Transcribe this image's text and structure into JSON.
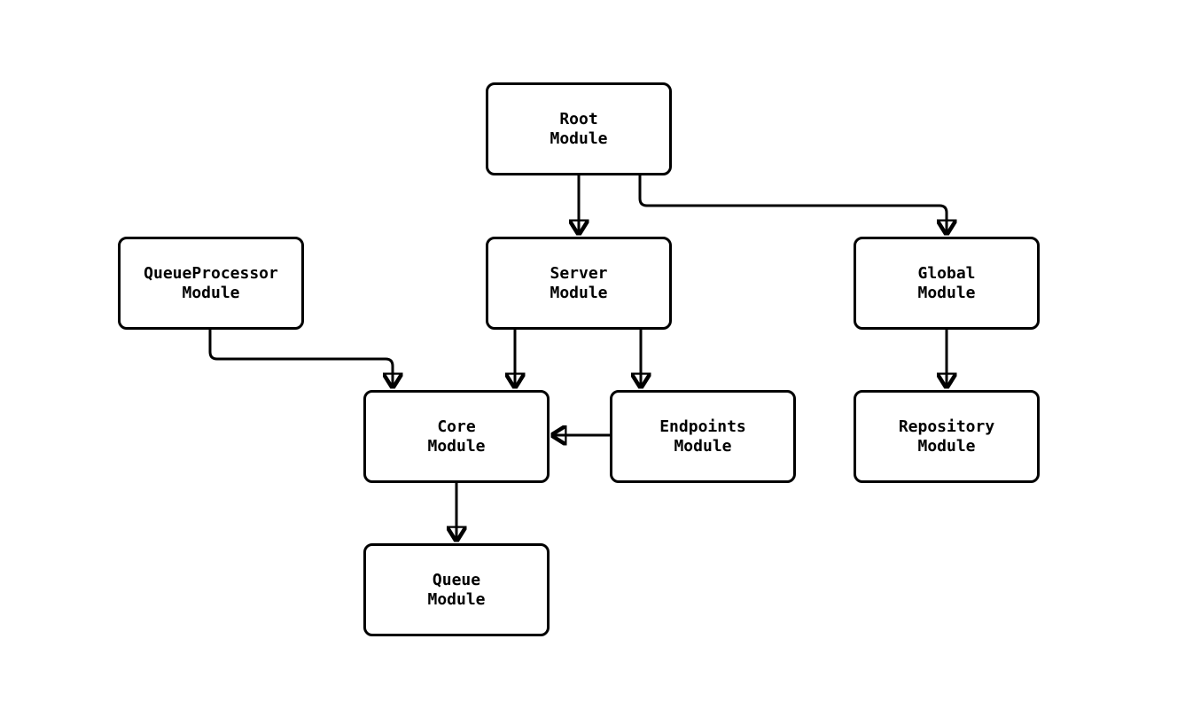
{
  "diagram": {
    "type": "flowchart",
    "direction": "top-down",
    "colors": {
      "background": "#ffffff",
      "node_fill": "#ffffff",
      "node_border": "#000000",
      "edge_stroke": "#000000",
      "text": "#000000"
    },
    "nodes": [
      {
        "id": "root",
        "label": "Root\nModule"
      },
      {
        "id": "queueprocessor",
        "label": "QueueProcessor\nModule"
      },
      {
        "id": "server",
        "label": "Server\nModule"
      },
      {
        "id": "global",
        "label": "Global\nModule"
      },
      {
        "id": "core",
        "label": "Core\nModule"
      },
      {
        "id": "endpoints",
        "label": "Endpoints\nModule"
      },
      {
        "id": "repository",
        "label": "Repository\nModule"
      },
      {
        "id": "queue",
        "label": "Queue\nModule"
      }
    ],
    "edges": [
      {
        "from": "root",
        "to": "server"
      },
      {
        "from": "root",
        "to": "global"
      },
      {
        "from": "queueprocessor",
        "to": "core"
      },
      {
        "from": "server",
        "to": "core"
      },
      {
        "from": "server",
        "to": "endpoints"
      },
      {
        "from": "endpoints",
        "to": "core"
      },
      {
        "from": "global",
        "to": "repository"
      },
      {
        "from": "core",
        "to": "queue"
      }
    ]
  }
}
